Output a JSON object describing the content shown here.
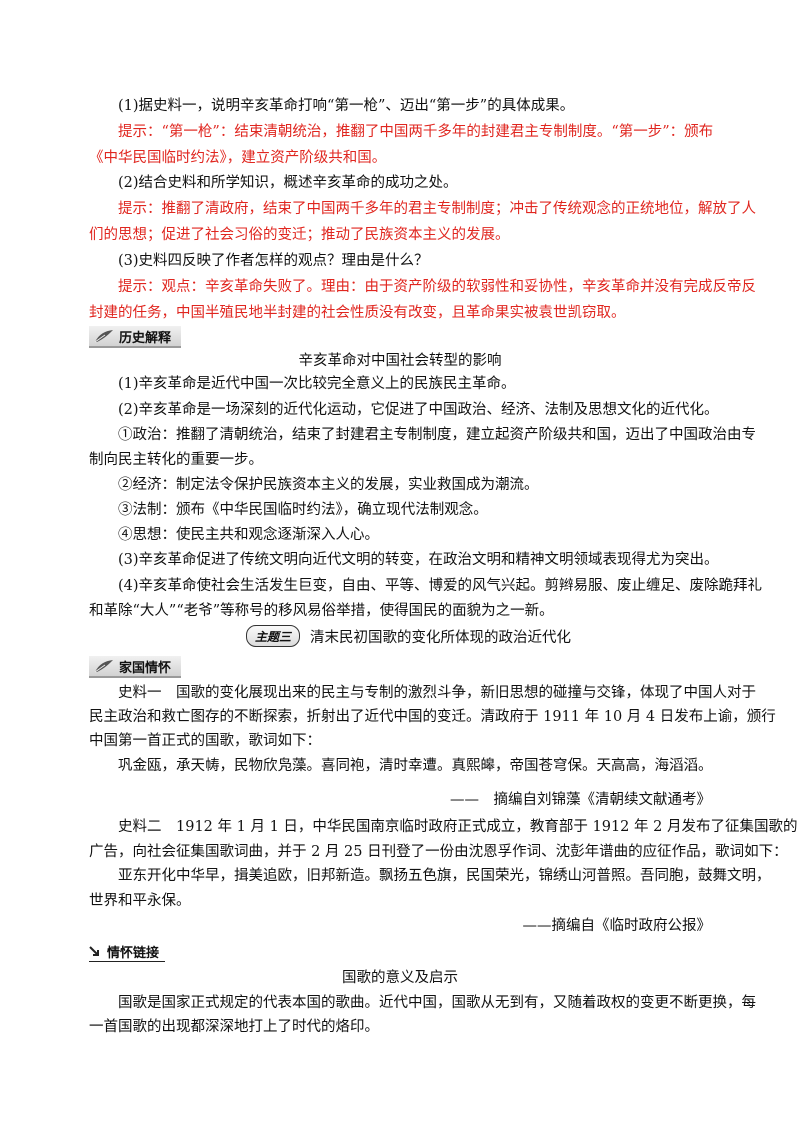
{
  "q1": "(1)据史料一，说明辛亥革命打响“第一枪”、迈出“第一步”的具体成果。",
  "a1_l1": "提示：“第一枪”：结束清朝统治，推翻了中国两千多年的封建君主专制制度。“第一步”：颁布",
  "a1_l2": "《中华民国临时约法》，建立资产阶级共和国。",
  "q2": "(2)结合史料和所学知识，概述辛亥革命的成功之处。",
  "a2_l1": "提示：推翻了清政府，结束了中国两千多年的君主专制制度；冲击了传统观念的正统地位，解放了人",
  "a2_l2": "们的思想；促进了社会习俗的变迁；推动了民族资本主义的发展。",
  "q3": "(3)史料四反映了作者怎样的观点？理由是什么？",
  "a3_l1": "提示：观点：辛亥革命失败了。理由：由于资产阶级的软弱性和妥协性，辛亥革命并没有完成反帝反",
  "a3_l2": "封建的任务，中国半殖民地半封建的社会性质没有改变，且革命果实被袁世凯窃取。",
  "tag_history": "历史解释",
  "history_title": "辛亥革命对中国社会转型的影响",
  "h1": "(1)辛亥革命是近代中国一次比较完全意义上的民族民主革命。",
  "h2": "(2)辛亥革命是一场深刻的近代化运动，它促进了中国政治、经济、法制及思想文化的近代化。",
  "h3_l1": "①政治：推翻了清朝统治，结束了封建君主专制制度，建立起资产阶级共和国，迈出了中国政治由专",
  "h3_l2": "制向民主转化的重要一步。",
  "h4": "②经济：制定法令保护民族资本主义的发展，实业救国成为潮流。",
  "h5": "③法制：颁布《中华民国临时约法》，确立现代法制观念。",
  "h6": "④思想：使民主共和观念逐渐深入人心。",
  "h7": "(3)辛亥革命促进了传统文明向近代文明的转变，在政治文明和精神文明领域表现得尤为突出。",
  "h8_l1": "(4)辛亥革命使社会生活发生巨变，自由、平等、博爱的风气兴起。剪辫易服、废止缠足、废除跪拜礼",
  "h8_l2": "和革除“大人”“老爷”等称号的移风易俗举措，使得国民的面貌为之一新。",
  "theme_badge": "主题三",
  "theme_title": "清末民初国歌的变化所体现的政治近代化",
  "tag_family": "家国情怀",
  "s1_l1": "史料一　国歌的变化展现出来的民主与专制的激烈斗争，新旧思想的碰撞与交锋，体现了中国人对于",
  "s1_l2": "民主政治和救亡图存的不断探索，折射出了近代中国的变迁。清政府于 1911 年 10 月 4 日发布上谕，颁行",
  "s1_l3": "中国第一首正式的国歌，歌词如下：",
  "s1_l4": "巩金瓯，承天帱，民物欣凫藻。喜同袍，清时幸遭。真熙皞，帝国苍穹保。天高高，海滔滔。",
  "s1_src": "——　摘编自刘锦藻《清朝续文献通考》",
  "s2_l1": "史料二　1912 年 1 月 1 日，中华民国南京临时政府正式成立，教育部于 1912 年 2 月发布了征集国歌的",
  "s2_l2": "广告，向社会征集国歌词曲，并于 2 月 25 日刊登了一份由沈恩孚作词、沈彭年谱曲的应征作品，歌词如下：",
  "s2_l3": "亚东开化中华早，揖美追欧，旧邦新造。飘扬五色旗，民国荣光，锦绣山河普照。吾同胞，鼓舞文明，",
  "s2_l4": "世界和平永保。",
  "s2_src": "——摘编自《临时政府公报》",
  "tag_link": "情怀链接",
  "link_title": "国歌的意义及启示",
  "l1": "国歌是国家正式规定的代表本国的歌曲。近代中国，国歌从无到有，又随着政权的变更不断更换，每",
  "l2": "一首国歌的出现都深深地打上了时代的烙印。"
}
